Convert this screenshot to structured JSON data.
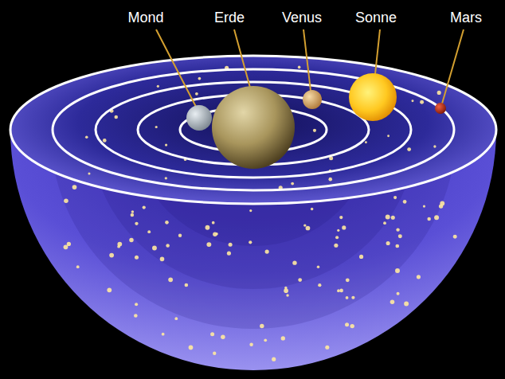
{
  "diagram": {
    "labels": [
      "Mond",
      "Erde",
      "Venus",
      "Sonne",
      "Mars"
    ]
  }
}
